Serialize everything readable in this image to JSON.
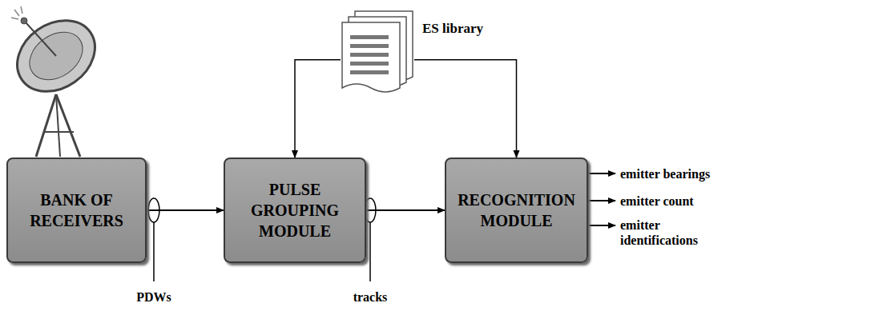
{
  "diagram": {
    "nodes": [
      {
        "text": [
          "BANK OF RECEIVERS"
        ]
      },
      {
        "text": [
          "PULSE GROUPING MODULE"
        ]
      },
      {
        "text": [
          "RECOGNITION MODULE"
        ]
      },
      {
        "text": [
          "ES library"
        ]
      }
    ],
    "edges": [
      {
        "from": 0,
        "to": 1,
        "arrow": "to"
      },
      {
        "from": 1,
        "to": 2,
        "arrow": "to"
      },
      {
        "from": 3,
        "to": 1,
        "arrow": "to"
      },
      {
        "from": 3,
        "to": 2,
        "arrow": "to"
      }
    ],
    "labels": [
      "PDWs",
      "tracks",
      "emitter bearings",
      "emitter count",
      "emitter identifications"
    ]
  }
}
